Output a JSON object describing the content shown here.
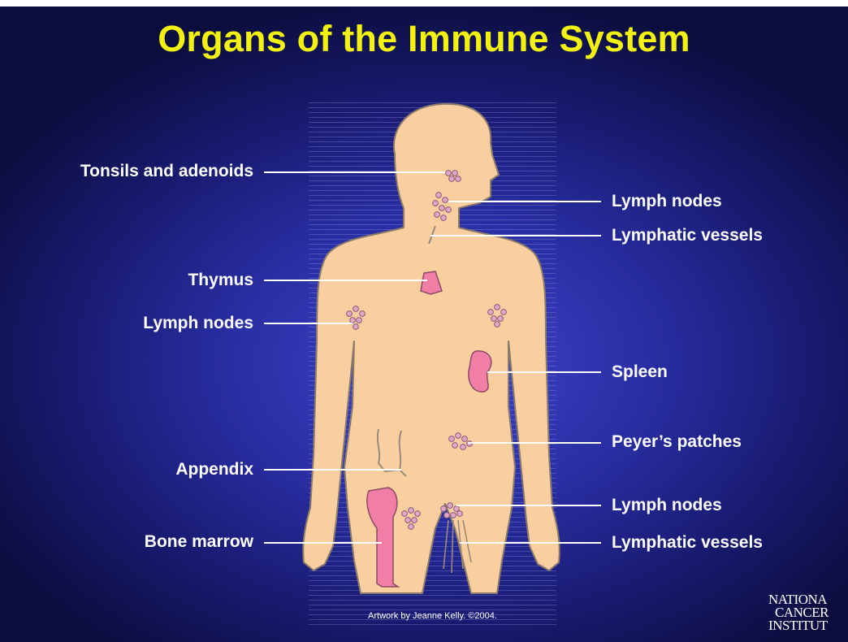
{
  "title": "Organs of the Immune System",
  "labels": {
    "tonsils": "Tonsils and adenoids",
    "thymus": "Thymus",
    "lymph_nodes_left": "Lymph nodes",
    "appendix": "Appendix",
    "bone_marrow": "Bone marrow",
    "lymph_nodes_neck": "Lymph nodes",
    "lymphatic_vessels_neck": "Lymphatic vessels",
    "spleen": "Spleen",
    "peyers_patches": "Peyer’s patches",
    "lymph_nodes_groin": "Lymph nodes",
    "lymphatic_vessels_leg": "Lymphatic vessels"
  },
  "credit": "Artwork by Jeanne Kelly. ©2004.",
  "logo": {
    "line1": "NATIONA",
    "line2": "CANCER",
    "line3": "INSTITUT"
  },
  "colors": {
    "title": "#f2f20e",
    "skin": "#f9cfa0",
    "organ": "#f07ea6",
    "node": "#e3a6c8",
    "leader": "#ffffff"
  }
}
